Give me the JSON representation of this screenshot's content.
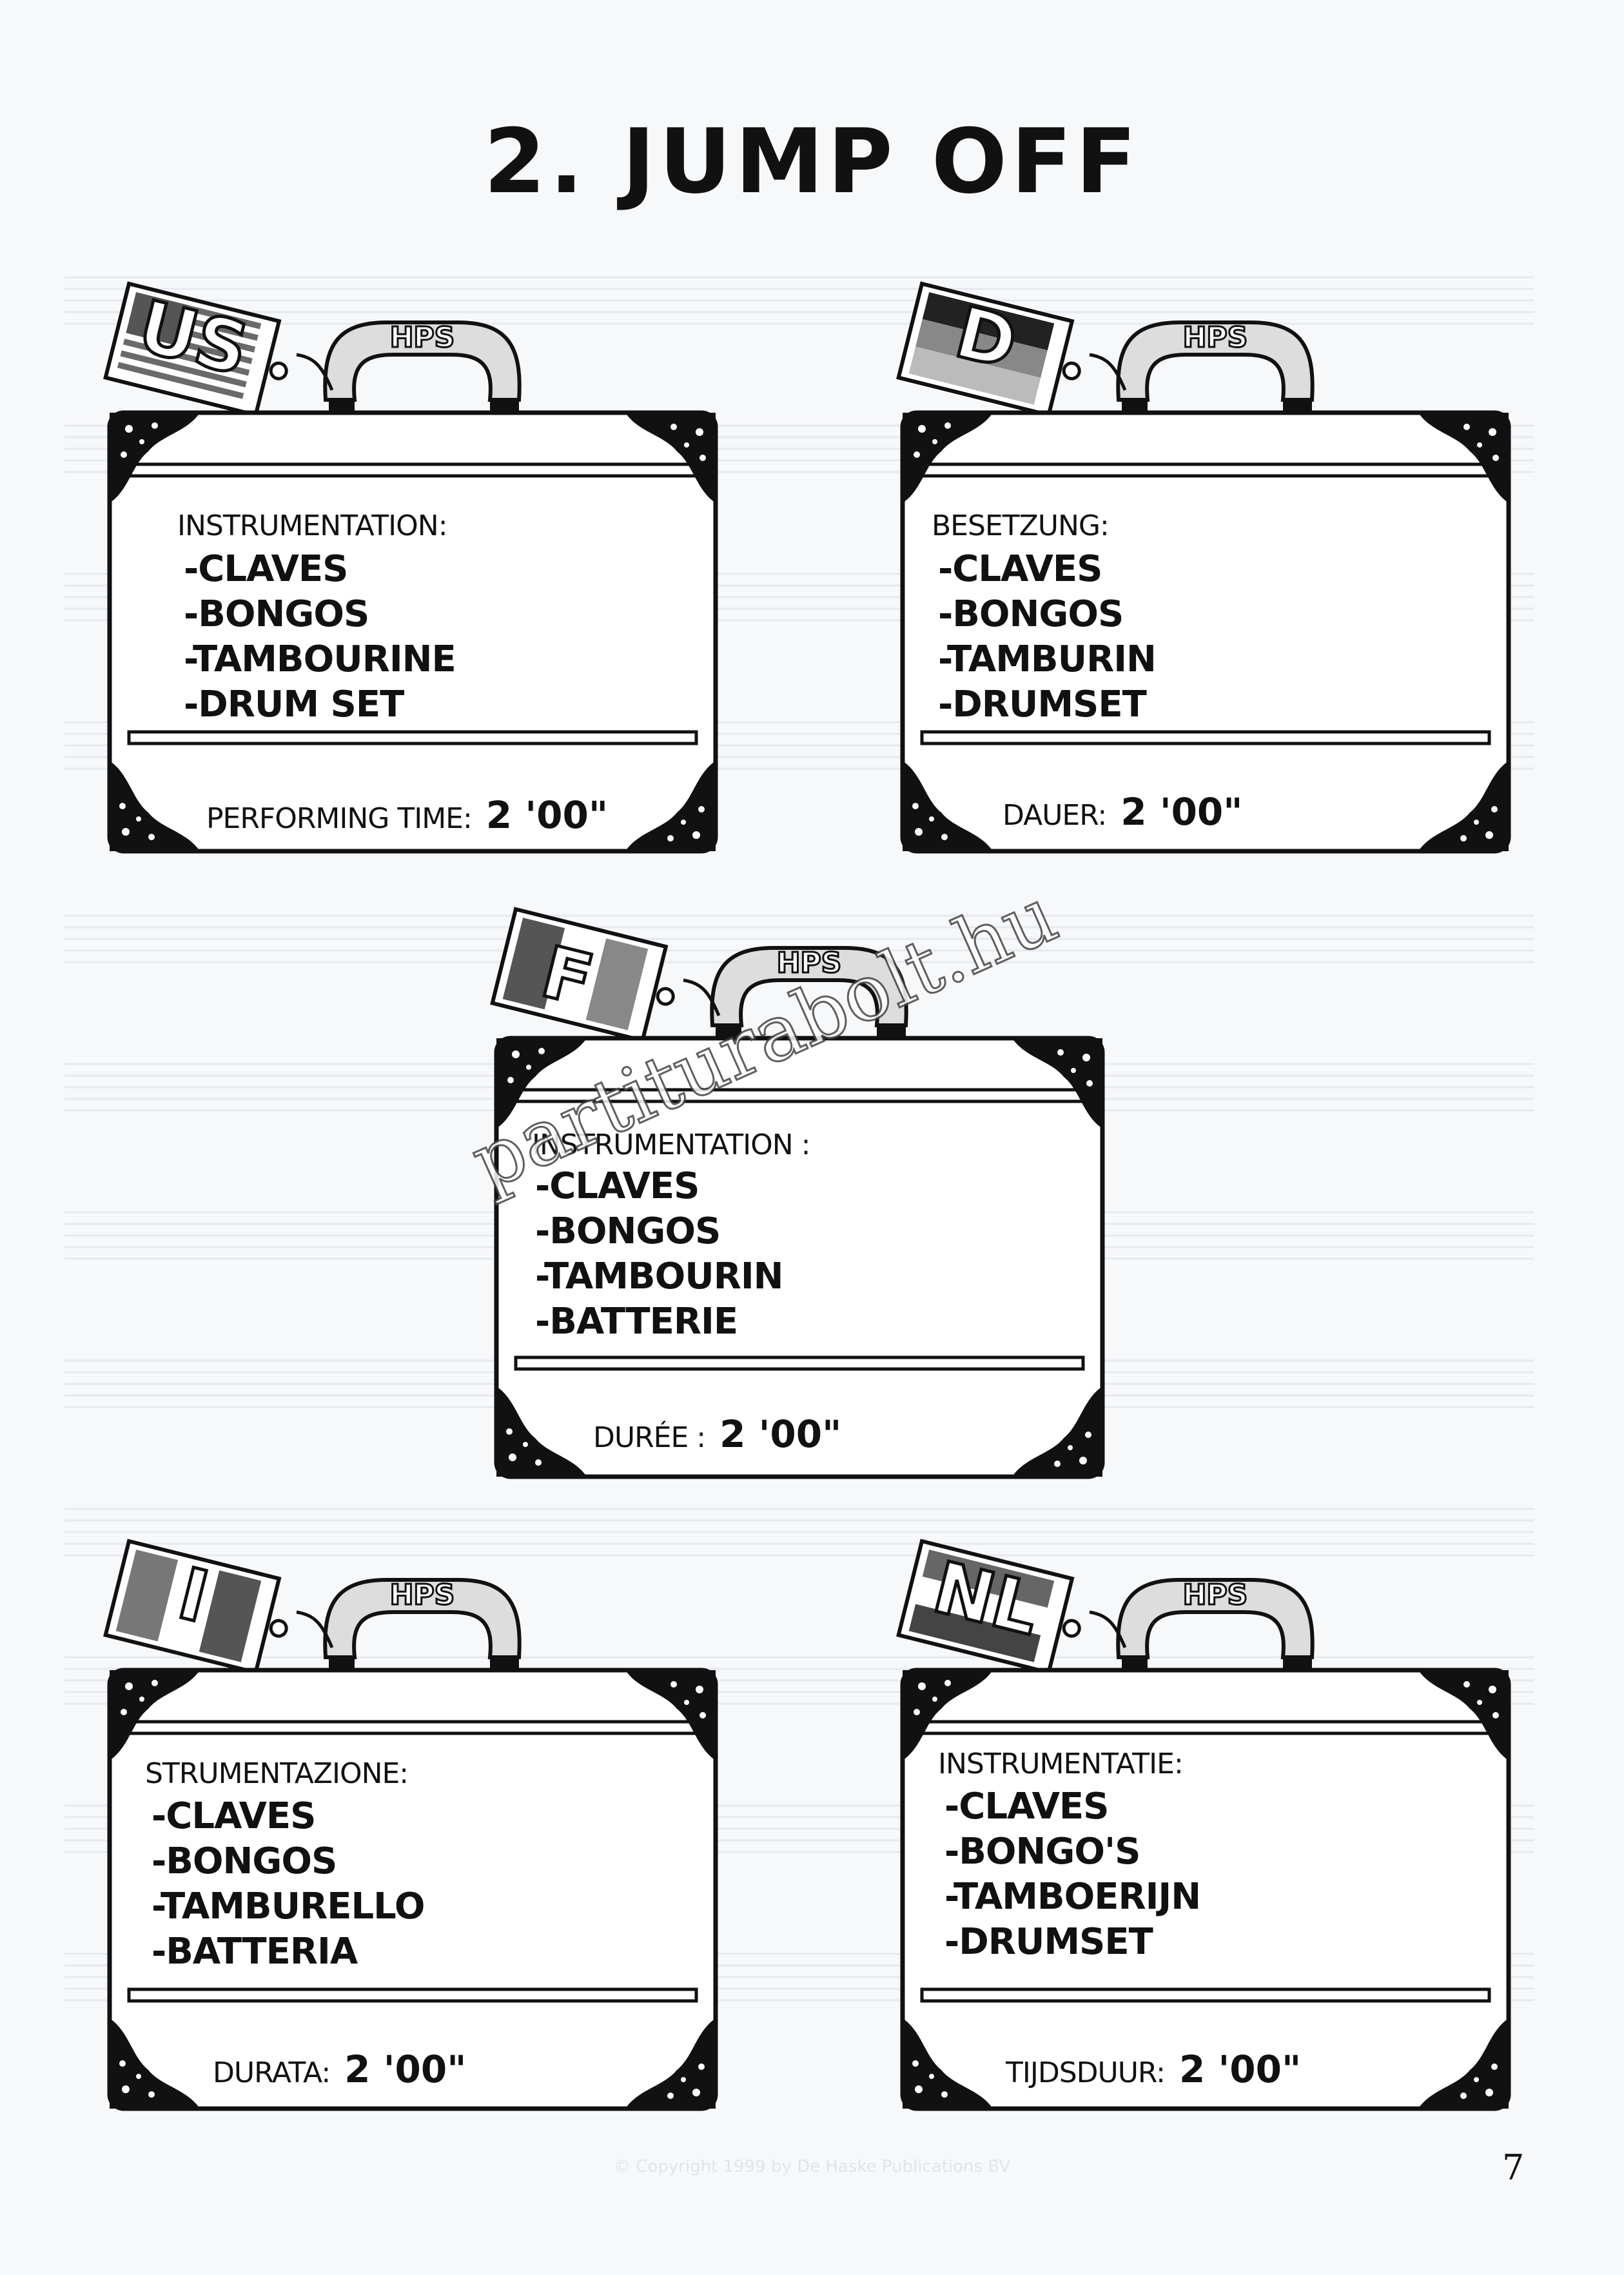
{
  "page": {
    "title": "2. JUMP OFF",
    "page_number": "7",
    "watermark": "partiturabolt.hu",
    "copyright": "© Copyright 1999 by De Haske Publications BV"
  },
  "colors": {
    "ink": "#111111",
    "paper": "#f7f8fa",
    "faint_score": "#e4e7ee"
  },
  "suitcases": [
    {
      "id": "us",
      "tag": "US",
      "handle_text": "HPS",
      "flag": "usa",
      "heading": "INSTRUMENTATION:",
      "instruments": [
        "-CLAVES",
        "-BONGOS",
        "-TAMBOURINE",
        "-DRUM SET"
      ],
      "duration_label": "PERFORMING TIME:",
      "duration_value": "2 '00\""
    },
    {
      "id": "d",
      "tag": "D",
      "handle_text": "HPS",
      "flag": "germany",
      "heading": "BESETZUNG:",
      "instruments": [
        "-CLAVES",
        "-BONGOS",
        "-TAMBURIN",
        "-DRUMSET"
      ],
      "duration_label": "DAUER:",
      "duration_value": "2 '00\""
    },
    {
      "id": "f",
      "tag": "F",
      "handle_text": "HPS",
      "flag": "france",
      "heading": "INSTRUMENTATION :",
      "instruments": [
        "-CLAVES",
        "-BONGOS",
        "-TAMBOURIN",
        "-BATTERIE"
      ],
      "duration_label": "DURÉE :",
      "duration_value": "2 '00\""
    },
    {
      "id": "i",
      "tag": "I",
      "handle_text": "HPS",
      "flag": "italy",
      "heading": "STRUMENTAZIONE:",
      "instruments": [
        "-CLAVES",
        "-BONGOS",
        "-TAMBURELLO",
        "-BATTERIA"
      ],
      "duration_label": "DURATA:",
      "duration_value": "2 '00\""
    },
    {
      "id": "nl",
      "tag": "NL",
      "handle_text": "HPS",
      "flag": "netherlands",
      "heading": "INSTRUMENTATIE:",
      "instruments": [
        "-CLAVES",
        "-BONGO'S",
        "-TAMBOERIJN",
        "-DRUMSET"
      ],
      "duration_label": "TIJDSDUUR:",
      "duration_value": "2 '00\""
    }
  ]
}
